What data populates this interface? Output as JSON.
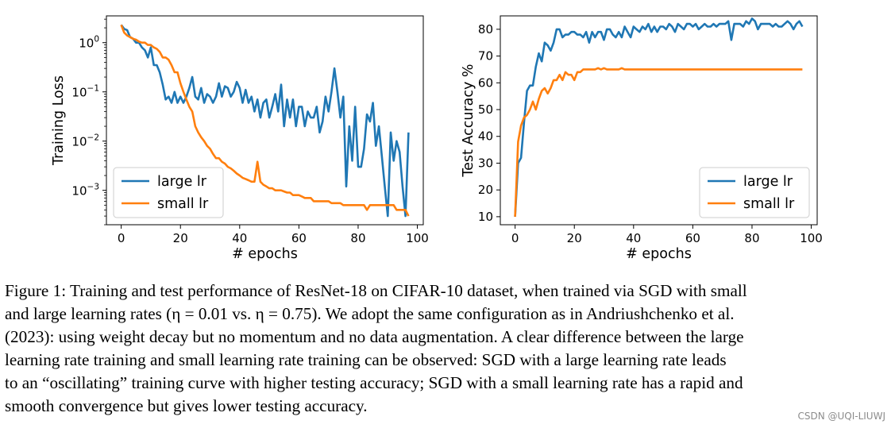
{
  "colors": {
    "large_lr": "#1f77b4",
    "small_lr": "#ff7f0e",
    "axis": "#000000"
  },
  "chart_data": [
    {
      "type": "line",
      "xlabel": "# epochs",
      "ylabel": "Training Loss",
      "yscale": "log",
      "xlim": [
        -5,
        102
      ],
      "ylim": [
        0.0002,
        3.5
      ],
      "xticks": [
        0,
        20,
        40,
        60,
        80,
        100
      ],
      "yticks": [
        {
          "value": 1,
          "base": "10",
          "exp": "0"
        },
        {
          "value": 0.1,
          "base": "10",
          "exp": "−1"
        },
        {
          "value": 0.01,
          "base": "10",
          "exp": "−2"
        },
        {
          "value": 0.001,
          "base": "10",
          "exp": "−3"
        }
      ],
      "legend": "lower-left",
      "series": [
        {
          "name": "large lr",
          "color": "#1f77b4",
          "x": [
            0,
            1,
            2,
            3,
            4,
            5,
            6,
            7,
            8,
            9,
            10,
            11,
            12,
            13,
            14,
            15,
            16,
            17,
            18,
            19,
            20,
            21,
            22,
            23,
            24,
            25,
            26,
            27,
            28,
            29,
            30,
            31,
            32,
            33,
            34,
            35,
            36,
            37,
            38,
            39,
            40,
            41,
            42,
            43,
            44,
            45,
            46,
            47,
            48,
            49,
            50,
            51,
            52,
            53,
            54,
            55,
            56,
            57,
            58,
            59,
            60,
            61,
            62,
            63,
            64,
            65,
            66,
            67,
            68,
            69,
            70,
            71,
            72,
            73,
            74,
            75,
            76,
            77,
            78,
            79,
            80,
            81,
            82,
            83,
            84,
            85,
            86,
            87,
            88,
            89,
            90,
            91,
            92,
            93,
            94,
            95,
            96,
            97
          ],
          "y": [
            2.3,
            1.9,
            1.8,
            1.3,
            1.2,
            1.0,
            1.0,
            0.8,
            0.7,
            0.5,
            0.8,
            0.35,
            0.35,
            0.25,
            0.14,
            0.07,
            0.08,
            0.06,
            0.1,
            0.06,
            0.08,
            0.06,
            0.08,
            0.12,
            0.2,
            0.08,
            0.07,
            0.12,
            0.06,
            0.09,
            0.08,
            0.06,
            0.08,
            0.15,
            0.08,
            0.13,
            0.12,
            0.08,
            0.1,
            0.16,
            0.12,
            0.06,
            0.11,
            0.06,
            0.08,
            0.04,
            0.07,
            0.03,
            0.06,
            0.07,
            0.03,
            0.05,
            0.09,
            0.04,
            0.14,
            0.02,
            0.07,
            0.03,
            0.07,
            0.02,
            0.05,
            0.05,
            0.02,
            0.04,
            0.03,
            0.03,
            0.05,
            0.015,
            0.025,
            0.08,
            0.04,
            0.1,
            0.3,
            0.1,
            0.03,
            0.08,
            0.0012,
            0.02,
            0.004,
            0.05,
            0.003,
            0.003,
            0.007,
            0.035,
            0.025,
            0.06,
            0.008,
            0.02,
            0.005,
            0.0012,
            0.0003,
            0.015,
            0.004,
            0.01,
            0.006,
            0.0012,
            0.0003,
            0.015
          ]
        },
        {
          "name": "small lr",
          "color": "#ff7f0e",
          "x": [
            0,
            1,
            2,
            3,
            4,
            5,
            6,
            7,
            8,
            9,
            10,
            11,
            12,
            13,
            14,
            15,
            16,
            17,
            18,
            19,
            20,
            21,
            22,
            23,
            24,
            25,
            26,
            27,
            28,
            29,
            30,
            31,
            32,
            33,
            34,
            35,
            36,
            37,
            38,
            39,
            40,
            41,
            42,
            43,
            44,
            45,
            46,
            47,
            48,
            49,
            50,
            51,
            52,
            53,
            54,
            55,
            56,
            57,
            58,
            59,
            60,
            61,
            62,
            63,
            64,
            65,
            66,
            67,
            68,
            69,
            70,
            71,
            72,
            73,
            74,
            75,
            76,
            77,
            78,
            79,
            80,
            81,
            82,
            83,
            84,
            85,
            86,
            87,
            88,
            89,
            90,
            91,
            92,
            93,
            94,
            95,
            96,
            97
          ],
          "y": [
            2.3,
            1.6,
            1.4,
            1.3,
            1.2,
            1.15,
            1.05,
            1.0,
            1.0,
            0.9,
            0.9,
            0.8,
            0.75,
            0.65,
            0.5,
            0.5,
            0.45,
            0.35,
            0.25,
            0.25,
            0.15,
            0.1,
            0.07,
            0.05,
            0.04,
            0.02,
            0.015,
            0.012,
            0.01,
            0.008,
            0.007,
            0.0055,
            0.0045,
            0.0045,
            0.0038,
            0.0035,
            0.003,
            0.0028,
            0.0025,
            0.0022,
            0.002,
            0.0018,
            0.0017,
            0.0016,
            0.0015,
            0.0015,
            0.0038,
            0.0015,
            0.0013,
            0.0012,
            0.0011,
            0.0011,
            0.001,
            0.001,
            0.001,
            0.00095,
            0.0009,
            0.0009,
            0.0008,
            0.0008,
            0.0008,
            0.00075,
            0.0007,
            0.0007,
            0.0007,
            0.0006,
            0.0006,
            0.0006,
            0.0006,
            0.0006,
            0.0006,
            0.00055,
            0.00055,
            0.00055,
            0.00055,
            0.0005,
            0.0005,
            0.0005,
            0.0005,
            0.0005,
            0.0005,
            0.0005,
            0.0005,
            0.0004,
            0.0005,
            0.0005,
            0.0005,
            0.0005,
            0.0005,
            0.0005,
            0.0005,
            0.0005,
            0.0005,
            0.0004,
            0.0004,
            0.0004,
            0.0004,
            0.0003
          ]
        }
      ]
    },
    {
      "type": "line",
      "xlabel": "# epochs",
      "ylabel": "Test Accuracy %",
      "xlim": [
        -5,
        102
      ],
      "ylim": [
        7,
        85
      ],
      "xticks": [
        0,
        20,
        40,
        60,
        80,
        100
      ],
      "yticks": [
        10,
        20,
        30,
        40,
        50,
        60,
        70,
        80
      ],
      "legend": "lower-right",
      "series": [
        {
          "name": "large lr",
          "color": "#1f77b4",
          "x": [
            0,
            1,
            2,
            3,
            4,
            5,
            6,
            7,
            8,
            9,
            10,
            11,
            12,
            13,
            14,
            15,
            16,
            17,
            18,
            19,
            20,
            21,
            22,
            23,
            24,
            25,
            26,
            27,
            28,
            29,
            30,
            31,
            32,
            33,
            34,
            35,
            36,
            37,
            38,
            39,
            40,
            41,
            42,
            43,
            44,
            45,
            46,
            47,
            48,
            49,
            50,
            51,
            52,
            53,
            54,
            55,
            56,
            57,
            58,
            59,
            60,
            61,
            62,
            63,
            64,
            65,
            66,
            67,
            68,
            69,
            70,
            71,
            72,
            73,
            74,
            75,
            76,
            77,
            78,
            79,
            80,
            81,
            82,
            83,
            84,
            85,
            86,
            87,
            88,
            89,
            90,
            91,
            92,
            93,
            94,
            95,
            96,
            97
          ],
          "y": [
            10,
            30,
            32,
            45,
            57,
            59,
            59,
            66,
            71,
            68,
            75,
            74,
            72,
            75,
            80,
            80,
            77,
            78,
            78,
            79,
            79,
            78,
            78,
            77,
            79,
            75,
            79,
            77,
            79,
            79,
            76,
            80,
            80,
            78,
            77,
            79,
            77,
            81,
            79,
            77,
            81,
            80,
            79,
            81,
            80,
            82,
            79,
            81,
            79,
            81,
            81,
            80,
            82,
            81,
            79,
            82,
            81,
            80,
            82,
            82,
            81,
            82,
            80,
            81,
            82,
            81,
            81,
            82,
            81,
            82,
            82,
            82,
            83,
            76,
            82,
            82,
            82,
            81,
            83,
            82,
            84,
            83,
            80,
            82,
            82,
            82,
            82,
            81,
            82,
            81,
            81,
            82,
            83,
            82,
            80,
            82,
            83,
            81
          ]
        },
        {
          "name": "small lr",
          "color": "#ff7f0e",
          "x": [
            0,
            1,
            2,
            3,
            4,
            5,
            6,
            7,
            8,
            9,
            10,
            11,
            12,
            13,
            14,
            15,
            16,
            17,
            18,
            19,
            20,
            21,
            22,
            23,
            24,
            25,
            26,
            27,
            28,
            29,
            30,
            31,
            32,
            33,
            34,
            35,
            36,
            37,
            38,
            39,
            40,
            41,
            42,
            43,
            44,
            45,
            46,
            47,
            48,
            49,
            50,
            51,
            52,
            53,
            54,
            55,
            56,
            57,
            58,
            59,
            60,
            61,
            62,
            63,
            64,
            65,
            66,
            67,
            68,
            69,
            70,
            71,
            72,
            73,
            74,
            75,
            76,
            77,
            78,
            79,
            80,
            81,
            82,
            83,
            84,
            85,
            86,
            87,
            88,
            89,
            90,
            91,
            92,
            93,
            94,
            95,
            96,
            97
          ],
          "y": [
            10,
            38,
            44,
            47,
            48,
            50,
            53,
            50,
            54,
            57,
            58,
            56,
            58,
            61,
            61,
            63,
            61,
            64,
            63,
            63,
            61,
            64,
            64,
            65,
            65,
            65,
            65,
            65,
            65.5,
            65,
            65.5,
            65,
            65,
            65,
            65,
            65,
            65.5,
            65,
            65,
            65,
            65,
            65,
            65,
            65,
            65,
            65,
            65,
            65,
            65,
            65,
            65,
            65,
            65,
            65,
            65,
            65,
            65,
            65,
            65,
            65,
            65,
            65,
            65,
            65,
            65,
            65,
            65,
            65,
            65,
            65,
            65,
            65,
            65,
            65,
            65,
            65,
            65,
            65,
            65,
            65,
            65,
            65,
            65,
            65,
            65,
            65,
            65,
            65,
            65,
            65,
            65,
            65,
            65,
            65,
            65,
            65,
            65,
            65
          ]
        }
      ]
    }
  ],
  "caption": {
    "lines": [
      "Figure 1: Training and test performance of ResNet-18 on CIFAR-10 dataset, when trained via SGD with small",
      "and large learning rates (η = 0.01 vs. η = 0.75). We adopt the same configuration as in Andriushchenko et al.",
      "(2023): using weight decay but no momentum and no data augmentation. A clear difference between the large",
      "learning rate training and small learning rate training can be observed: SGD with a large learning rate leads",
      "to an “oscillating” training curve with higher testing accuracy; SGD with a small learning rate has a rapid and",
      "smooth convergence but gives lower testing accuracy."
    ]
  },
  "watermark": "CSDN @UQI-LIUWJ"
}
